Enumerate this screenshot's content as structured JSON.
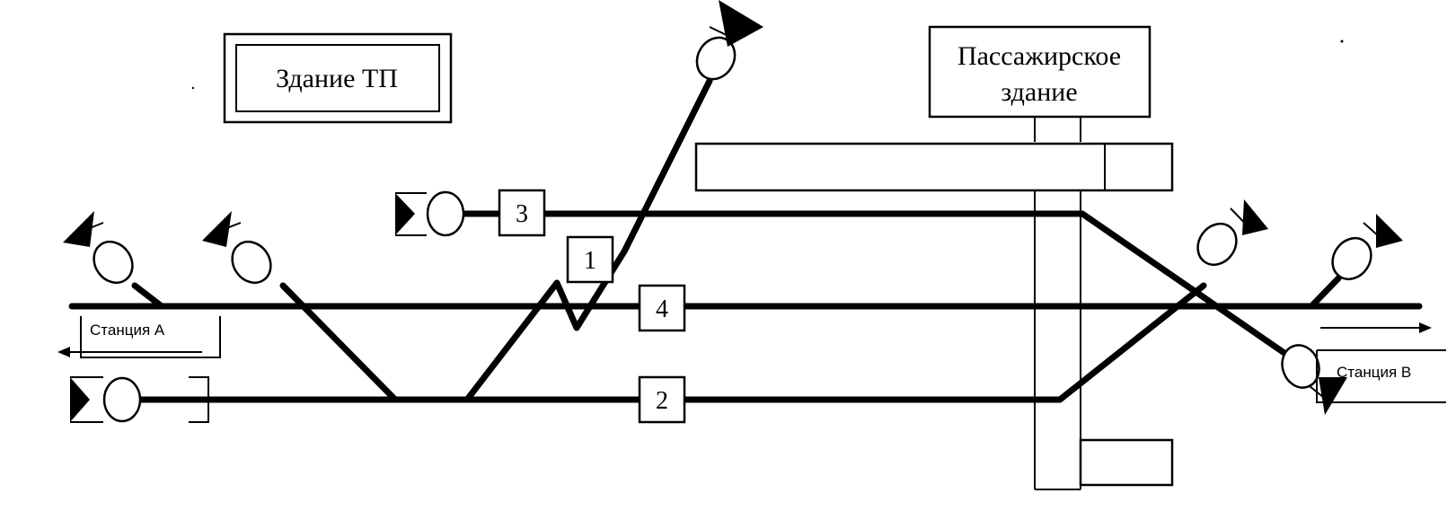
{
  "buildings": {
    "tp": "Здание ТП",
    "passenger_line1": "Пассажирское",
    "passenger_line2": "здание"
  },
  "tracks": {
    "n1": "1",
    "n2": "2",
    "n3": "3",
    "n4": "4"
  },
  "stations": {
    "a": "Станция А",
    "b": "Станция В"
  }
}
